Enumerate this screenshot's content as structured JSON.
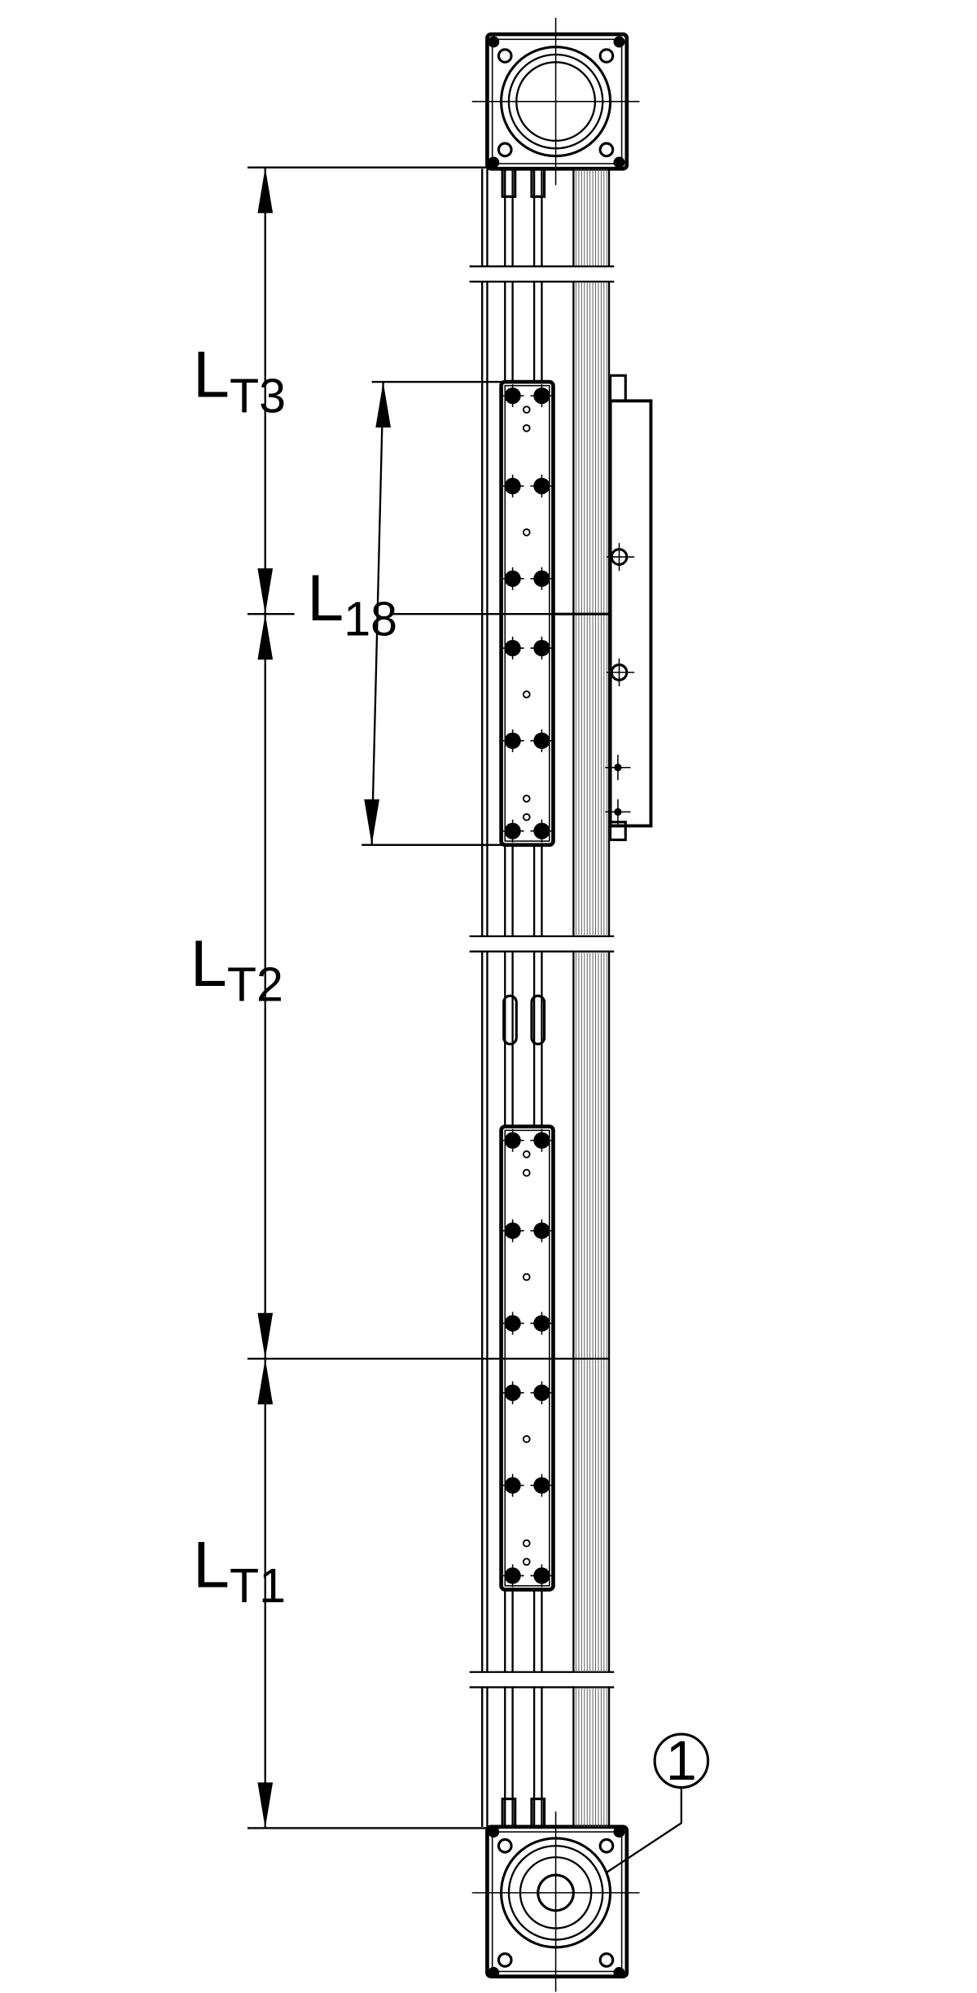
{
  "labels": {
    "lt3": {
      "main": "L",
      "sub": "T3"
    },
    "l18": {
      "main": "L",
      "sub": "18"
    },
    "lt2": {
      "main": "L",
      "sub": "T2"
    },
    "lt1": {
      "main": "L",
      "sub": "T1"
    }
  },
  "callout": {
    "number": "1"
  },
  "colors": {
    "line": "#000000",
    "background": "#ffffff",
    "hatch": "#555555"
  }
}
